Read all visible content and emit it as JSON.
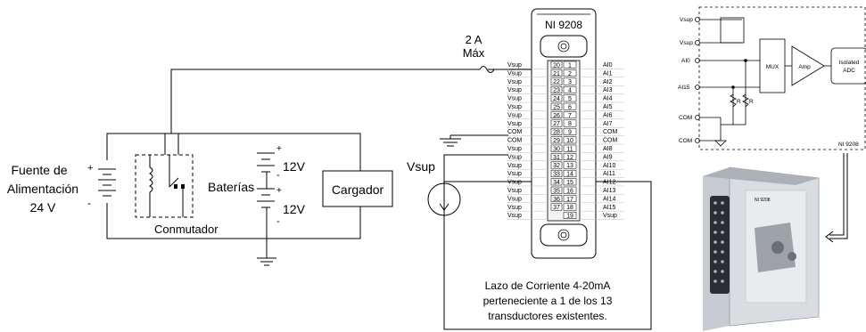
{
  "power_supply": {
    "line1": "Fuente de",
    "line2": "Alimentación",
    "line3": "24 V",
    "plus": "+",
    "minus": "-"
  },
  "switch_label": "Conmutador",
  "batteries": {
    "label": "Baterías",
    "v1": "12V",
    "v2": "12V",
    "plus": "+",
    "minus": "-"
  },
  "charger_label": "Cargador",
  "fuse": {
    "line1": "2 A",
    "line2": "Máx"
  },
  "vsup_source_label": "Vsup",
  "module": {
    "title": "NI 9208",
    "left_labels": [
      "Vsup",
      "Vsup",
      "Vsup",
      "Vsup",
      "Vsup",
      "Vsup",
      "Vsup",
      "Vsup",
      "COM",
      "COM",
      "Vsup",
      "Vsup",
      "Vsup",
      "Vsup",
      "Vsup",
      "Vsup",
      "Vsup",
      "Vsup",
      "Vsup"
    ],
    "left_pins": [
      "20",
      "21",
      "22",
      "23",
      "24",
      "25",
      "26",
      "27",
      "28",
      "29",
      "30",
      "31",
      "32",
      "33",
      "34",
      "35",
      "36",
      "37"
    ],
    "right_pins": [
      "1",
      "2",
      "3",
      "4",
      "5",
      "6",
      "7",
      "8",
      "9",
      "10",
      "11",
      "12",
      "13",
      "14",
      "15",
      "16",
      "17",
      "18",
      "19"
    ],
    "right_labels": [
      "AI0",
      "AI1",
      "AI2",
      "AI3",
      "AI4",
      "AI5",
      "AI6",
      "AI7",
      "COM",
      "COM",
      "AI8",
      "AI9",
      "AI10",
      "AI11",
      "AI12",
      "AI13",
      "AI14",
      "AI15",
      "Vsup"
    ]
  },
  "loop_note": {
    "line1": "Lazo de Corriente 4-20mA",
    "line2": "perteneciente a 1 de los 13",
    "line3": "transductores existentes."
  },
  "schematic": {
    "vsup1": "Vsup",
    "vsup2": "Vsup",
    "ai0": "AI0",
    "ai15": "AI15",
    "com1": "COM",
    "com2": "COM",
    "mux": "MUX",
    "amp": "Amp",
    "adc_line1": "Isolated",
    "adc_line2": "ADC",
    "r1": "R",
    "r2": "R",
    "module_name": "NI 9208"
  },
  "photo": {
    "brand": "NI 9208"
  }
}
